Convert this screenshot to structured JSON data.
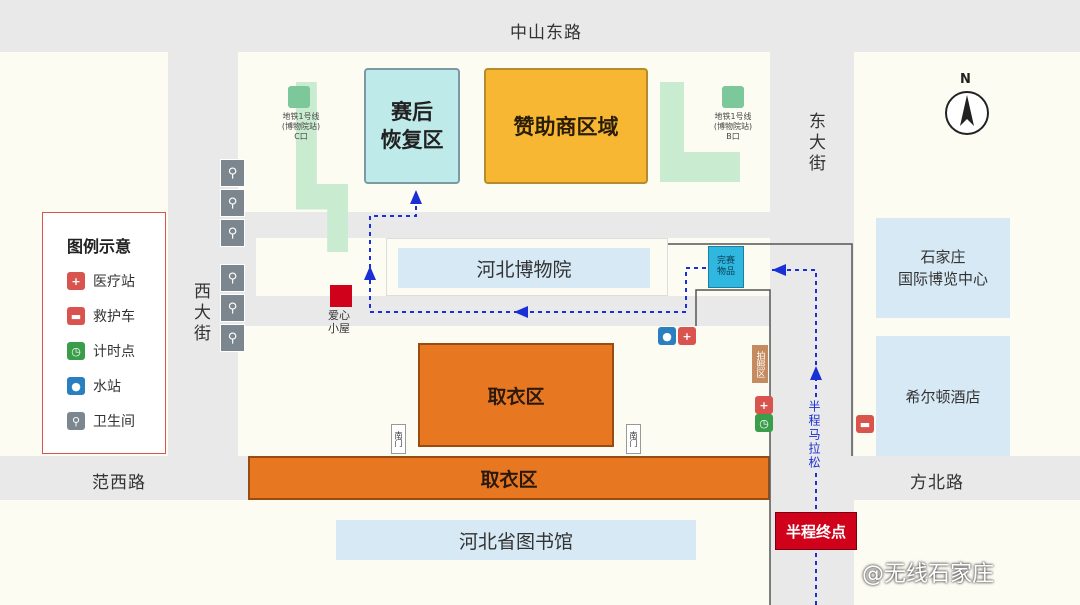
{
  "roads": {
    "top": "中山东路",
    "east": "东大街",
    "west": "西大街",
    "bottom_left": "范西路",
    "bottom_right": "方北路"
  },
  "zones": {
    "recovery": "赛后\n恢复区",
    "sponsor": "赞助商区域",
    "museum": "河北博物院",
    "pickup_upper": "取衣区",
    "pickup_lower": "取衣区",
    "library": "河北省图书馆",
    "expo": "石家庄\n国际博览中心",
    "hilton": "希尔顿酒店"
  },
  "metro": {
    "c_exit": {
      "line": "地铁1号线",
      "station": "(博物院站)",
      "exit": "C口"
    },
    "b_exit": {
      "line": "地铁1号线",
      "station": "(博物院站)",
      "exit": "B口"
    }
  },
  "labels": {
    "love_house": "爱心\n小屋",
    "supplies": "完赛\n物品",
    "finish_area": "拍照区",
    "route": "半程马拉松",
    "finish": "半程终点",
    "gate_left": "南门",
    "gate_right": "南门",
    "north": "N",
    "watermark": "@无线石家庄"
  },
  "legend": {
    "title": "图例示意",
    "items": [
      {
        "icon": "medical-station-icon",
        "label": "医疗站",
        "color": "#d9534f"
      },
      {
        "icon": "ambulance-icon",
        "label": "救护车",
        "color": "#d9534f"
      },
      {
        "icon": "timing-point-icon",
        "label": "计时点",
        "color": "#3a9d4a"
      },
      {
        "icon": "water-station-icon",
        "label": "水站",
        "color": "#2a7fc1"
      },
      {
        "icon": "restroom-icon",
        "label": "卫生间",
        "color": "#7b868e"
      }
    ]
  },
  "colors": {
    "pickup": "#e87722",
    "recovery": "#bfeaea",
    "sponsor": "#f7b733",
    "info_blue": "#d6e9f5",
    "finish_red": "#d0021b",
    "route_blue": "#1a2fd6"
  }
}
